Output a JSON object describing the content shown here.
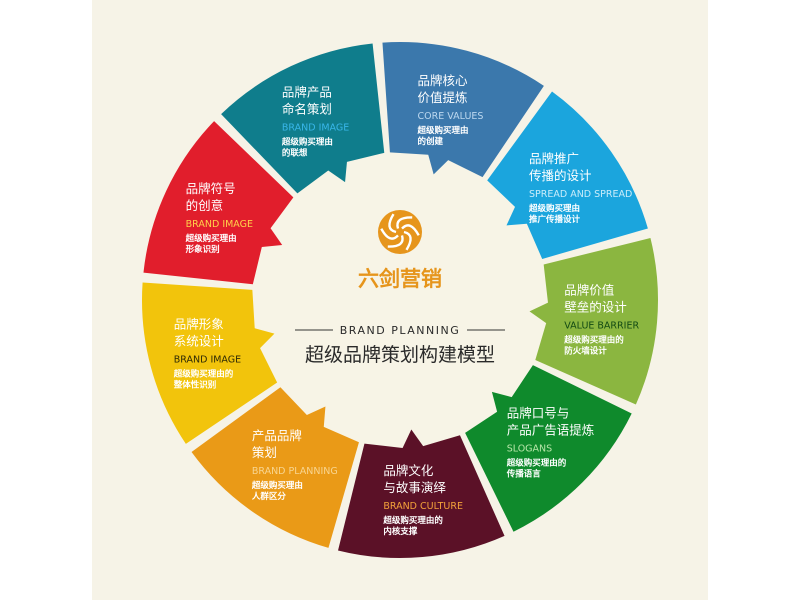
{
  "colors": {
    "background": "#f6f3e7",
    "cream": "#f7f4e6",
    "logo": "#e6951c",
    "center_text": "#2a2a2a"
  },
  "center": {
    "logo_icon": "swirl-logo-icon",
    "brand": "六剑营销",
    "subtitle_en": "BRAND PLANNING",
    "title_cn": "超级品牌策划构建模型"
  },
  "segments": [
    {
      "title_lines": [
        "品牌核心",
        "价值提炼"
      ],
      "en": "CORE VALUES",
      "desc_lines": [
        "超级购买理由",
        "的创建"
      ],
      "color": "#3b78ac",
      "en_color": "#bcd8ef"
    },
    {
      "title_lines": [
        "品牌推广",
        "传播的设计"
      ],
      "en": "SPREAD AND SPREAD",
      "desc_lines": [
        "超级购买理由",
        "推广传播设计"
      ],
      "color": "#1ba5dd",
      "en_color": "#c9ecfa"
    },
    {
      "title_lines": [
        "品牌价值",
        "壁垒的设计"
      ],
      "en": "VALUE BARRIER",
      "desc_lines": [
        "超级购买理由的",
        "防火墙设计"
      ],
      "color": "#8bb640",
      "en_color": "#124a13"
    },
    {
      "title_lines": [
        "品牌口号与",
        "产品广告语提炼"
      ],
      "en": "SLOGANS",
      "desc_lines": [
        "超级购买理由的",
        "传播语言"
      ],
      "color": "#0f8a2c",
      "en_color": "#b7e6a9"
    },
    {
      "title_lines": [
        "品牌文化",
        "与故事演绎"
      ],
      "en": "BRAND CULTURE",
      "desc_lines": [
        "超级购买理由的",
        "内核支撑"
      ],
      "color": "#5b1127",
      "en_color": "#f4a23a"
    },
    {
      "title_lines": [
        "产品品牌",
        "策划"
      ],
      "en": "BRAND PLANNING",
      "desc_lines": [
        "超级购买理由",
        "人群区分"
      ],
      "color": "#ea9a17",
      "en_color": "#f8d590"
    },
    {
      "title_lines": [
        "品牌形象",
        "系统设计"
      ],
      "en": "BRAND IMAGE",
      "desc_lines": [
        "超级购买理由的",
        "整体性识别"
      ],
      "color": "#f2c40c",
      "en_color": "#2e2a05"
    },
    {
      "title_lines": [
        "品牌符号",
        "的创意"
      ],
      "en": "BRAND IMAGE",
      "desc_lines": [
        "超级购买理由",
        "形象识别"
      ],
      "color": "#e11e2c",
      "en_color": "#ffd24a"
    },
    {
      "title_lines": [
        "品牌产品",
        "命名策划"
      ],
      "en": "BRAND IMAGE",
      "desc_lines": [
        "超级购买理由",
        "的联想"
      ],
      "color": "#0f7d8c",
      "en_color": "#38b6e9"
    }
  ]
}
